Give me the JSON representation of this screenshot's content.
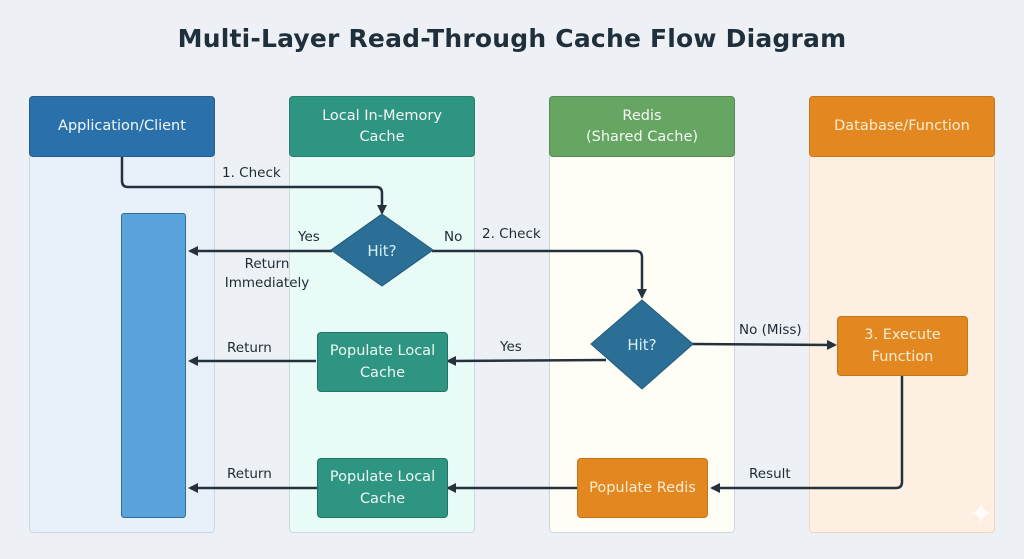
{
  "title": "Multi-Layer Read-Through Cache Flow Diagram",
  "lanes": [
    {
      "id": "client",
      "label": "Application/Client",
      "color": "#2a71ab"
    },
    {
      "id": "local",
      "label": "Local In-Memory\nCache",
      "color": "#2e9582"
    },
    {
      "id": "redis",
      "label": "Redis\n(Shared Cache)",
      "color": "#67a563"
    },
    {
      "id": "db",
      "label": "Database/Function",
      "color": "#e38821"
    }
  ],
  "decisions": {
    "local_hit": "Hit?",
    "redis_hit": "Hit?"
  },
  "boxes": {
    "populate_local_1": "Populate Local\nCache",
    "populate_local_2": "Populate Local\nCache",
    "populate_redis": "Populate Redis",
    "execute_function": "3. Execute\nFunction"
  },
  "edge_labels": {
    "check_1": "1. Check",
    "local_yes": "Yes",
    "local_no": "No",
    "check_2": "2. Check",
    "return_immediately": "Return\nImmediately",
    "redis_yes": "Yes",
    "redis_miss": "No (Miss)",
    "return_1": "Return",
    "return_2": "Return",
    "result": "Result"
  }
}
